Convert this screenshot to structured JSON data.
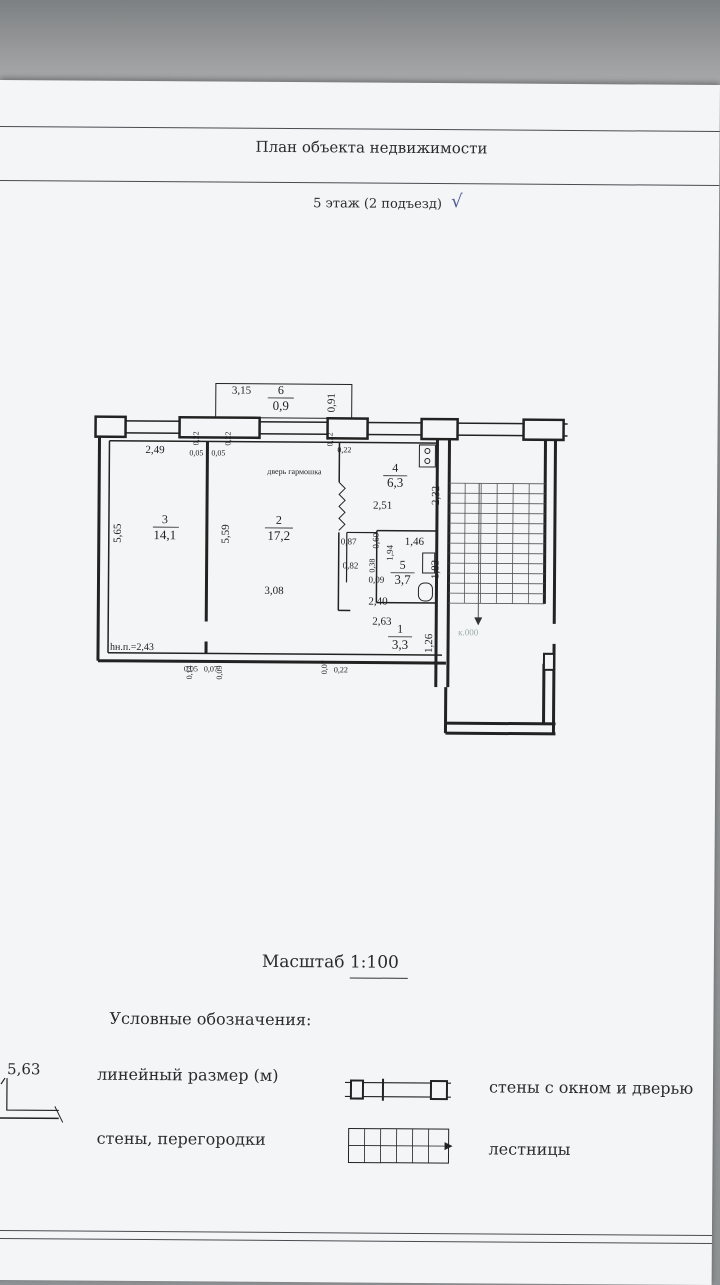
{
  "document": {
    "title": "План объекта недвижимости",
    "floor_label": "5 этаж (2 подъезд)",
    "check_mark": "√",
    "scale_label": "Масштаб 1:100"
  },
  "plan": {
    "rooms": [
      {
        "number": "1",
        "area": "3,3"
      },
      {
        "number": "2",
        "area": "17,2"
      },
      {
        "number": "3",
        "area": "14,1"
      },
      {
        "number": "4",
        "area": "6,3"
      },
      {
        "number": "5",
        "area": "3,7"
      },
      {
        "number": "6",
        "area": "0,9"
      }
    ],
    "dimensions": {
      "balcony_len": "3,15",
      "balcony_w": "0,91",
      "r3_top": "2,49",
      "r3_side": "5,65",
      "r2_side": "5,59",
      "r2_bottom": "3,08",
      "r4_w": "2,51",
      "r4_side": "2,32",
      "r5_w": "1,46",
      "r5_side": "1,83",
      "r5_small": "1,94",
      "r5_bottom": "2,40",
      "r1_w": "2,63",
      "r1_side": "1,26",
      "d087": "0,87",
      "d082": "0,82",
      "d009": "0,09",
      "d060": "0,60",
      "d038": "0,38",
      "d005a": "0,05",
      "d005b": "0,05",
      "d022a": "0,22",
      "d022b": "0,22",
      "d022c": "0,22",
      "d022d": "0,22",
      "d022e": "0,22",
      "d005c": "0,05",
      "d007a": "0,07",
      "d007b": "0,07",
      "d014": "0,14",
      "d009b": "0,09"
    },
    "door_note": "дверь гармошка",
    "ceiling_height": "hн.п.=2,43",
    "stamp_text": "к.000"
  },
  "legend": {
    "title": "Условные обозначения:",
    "items": [
      {
        "sample": "5,63",
        "label": "линейный размер (м)"
      },
      {
        "sample": "",
        "label": "стены с окном и дверью"
      },
      {
        "sample": "",
        "label": "стены, перегородки"
      },
      {
        "sample": "",
        "label": "лестницы"
      }
    ]
  },
  "colors": {
    "ink": "#2b2b2f",
    "paper": "#f4f5f7",
    "table": "#8f9294"
  }
}
